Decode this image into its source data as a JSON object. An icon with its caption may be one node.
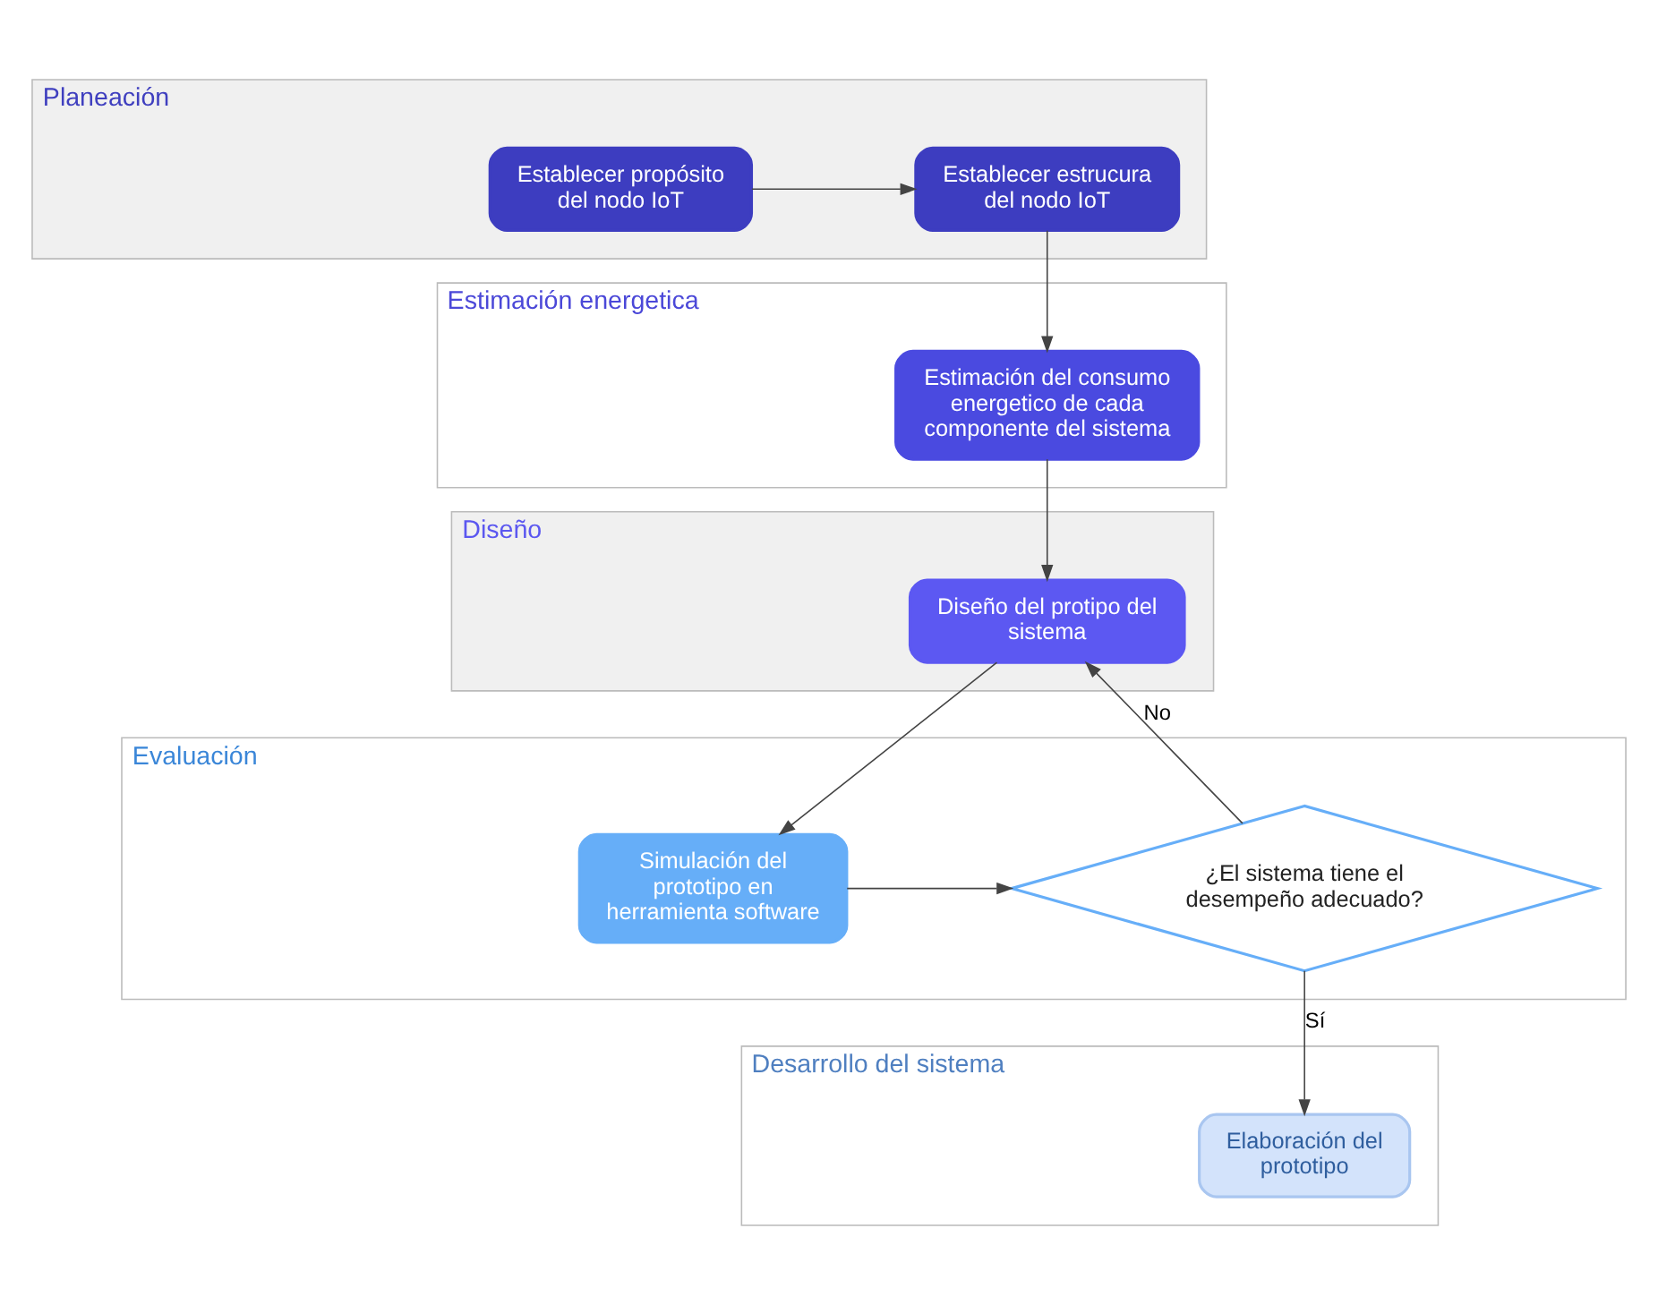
{
  "diagram": {
    "nodes": [
      {
        "text": [
          "Planeación"
        ]
      },
      {
        "text": [
          "Establecer propósito del nodo IoT"
        ],
        "in": 0
      },
      {
        "text": [
          "Establecer estrucura del nodo IoT"
        ],
        "in": 0
      },
      {
        "text": [
          "Estimación energetica"
        ]
      },
      {
        "text": [
          "Estimación del consumo energetico de cada componente del sistema"
        ],
        "in": 3
      },
      {
        "text": [
          "Diseño"
        ]
      },
      {
        "text": [
          "Diseño del protipo del sistema"
        ],
        "in": 5
      },
      {
        "text": [
          "Evaluación"
        ]
      },
      {
        "text": [
          "Simulación del prototipo en herramienta software"
        ],
        "in": 7
      },
      {
        "text": [
          "¿El sistema tiene el desempeño adecuado?"
        ],
        "in": 7
      },
      {
        "text": [
          "Desarrollo del sistema"
        ]
      },
      {
        "text": [
          "Elaboración del prototipo"
        ],
        "in": 10
      }
    ],
    "edges": [
      {
        "from": 1,
        "to": 2,
        "arrow": "to"
      },
      {
        "from": 2,
        "to": 4,
        "arrow": "to"
      },
      {
        "from": 4,
        "to": 6,
        "arrow": "to"
      },
      {
        "from": 6,
        "to": 8,
        "arrow": "to"
      },
      {
        "from": 8,
        "to": 9,
        "arrow": "to"
      },
      {
        "from": 9,
        "to": 6,
        "label": "No",
        "arrow": "to"
      },
      {
        "from": 9,
        "to": 11,
        "label": "Sí",
        "arrow": "to"
      }
    ]
  }
}
